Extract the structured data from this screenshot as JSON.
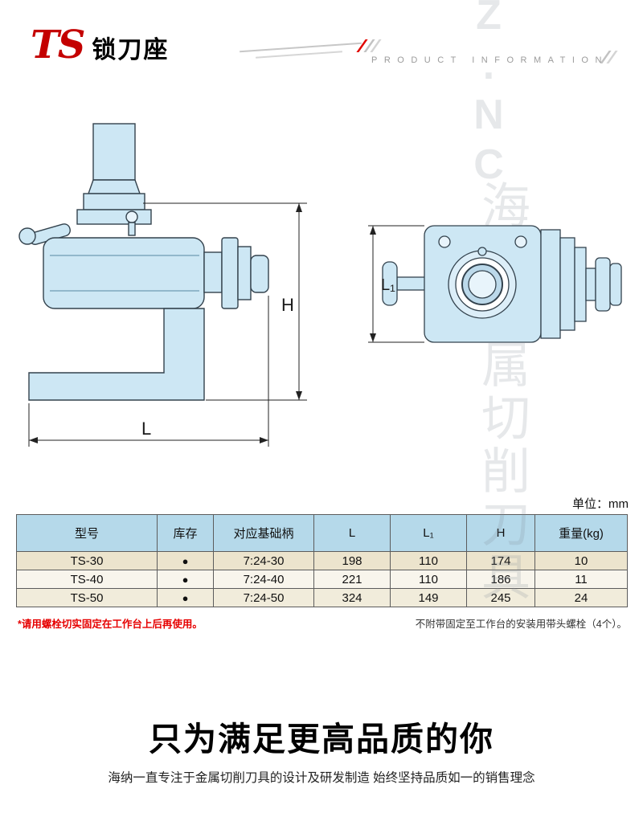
{
  "brand": {
    "logo": "TS",
    "logo_suffix": "锁刀座"
  },
  "header": {
    "product_info": "PRODUCT INFORMATION"
  },
  "watermarks": {
    "top": "Z.NC",
    "side": "海纳金属切削刀具"
  },
  "diagrams": {
    "dim_h": "H",
    "dim_l": "L",
    "dim_l1": "L₁"
  },
  "spec": {
    "unit_label": "单位：mm",
    "table": {
      "headers": [
        "型号",
        "库存",
        "对应基础柄",
        "L",
        "L₁",
        "H",
        "重量(kg)"
      ],
      "rows": [
        [
          "TS-30",
          "●",
          "7:24-30",
          "198",
          "110",
          "174",
          "10"
        ],
        [
          "TS-40",
          "●",
          "7:24-40",
          "221",
          "110",
          "186",
          "11"
        ],
        [
          "TS-50",
          "●",
          "7:24-50",
          "324",
          "149",
          "245",
          "24"
        ]
      ]
    },
    "note_warning": "*请用螺栓切实固定在工作台上后再使用。",
    "note_info": "不附带固定至工作台的安装用带头螺栓（4个）。"
  },
  "footer": {
    "title": "只为满足更高品质的你",
    "subtitle": "海纳一直专注于金属切削刀具的设计及研发制造 始终坚持品质如一的销售理念"
  }
}
